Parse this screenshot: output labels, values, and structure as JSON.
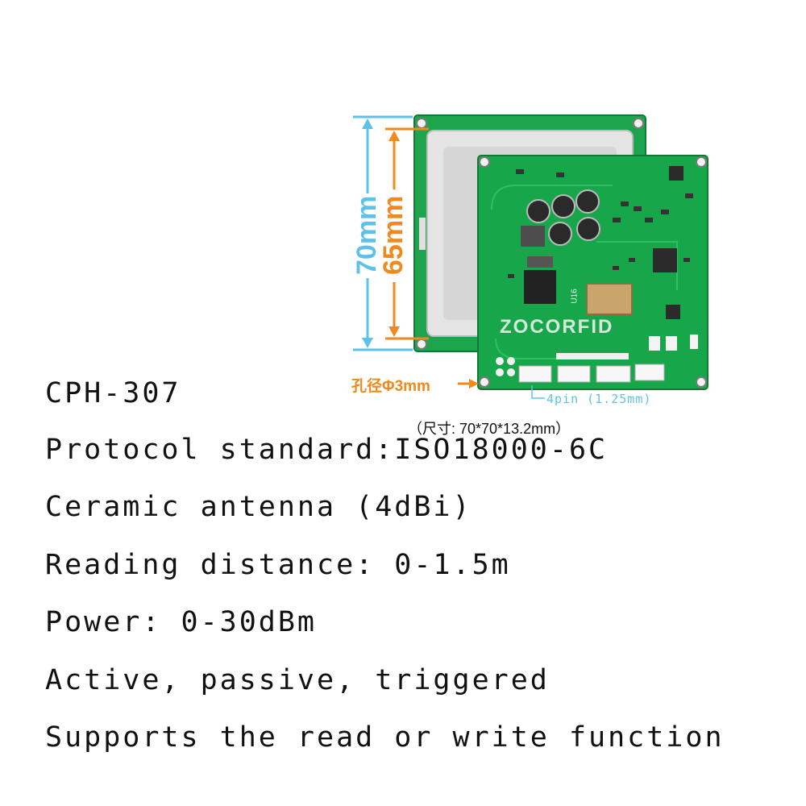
{
  "brand": "ZOCORFID",
  "dimensions": {
    "outer_height": "70mm",
    "inner_height": "65mm",
    "hole": "孔径Φ3mm",
    "connector": "4pin (1.25mm)",
    "size": "（尺寸: 70*70*13.2mm）",
    "silkscreen": "U16"
  },
  "colors": {
    "pcb_green": "#18a64a",
    "antenna_silver": "#d9d9d9",
    "dim_blue": "#5ec2e8",
    "dim_orange": "#f08a1c"
  },
  "specs": {
    "model": "CPH-307",
    "protocol": "Protocol standard:ISO18000-6C",
    "antenna": "Ceramic antenna (4dBi)",
    "distance": "Reading distance: 0-1.5m",
    "power": "Power: 0-30dBm",
    "modes": "Active, passive, triggered",
    "function": "Supports the read or write function"
  }
}
